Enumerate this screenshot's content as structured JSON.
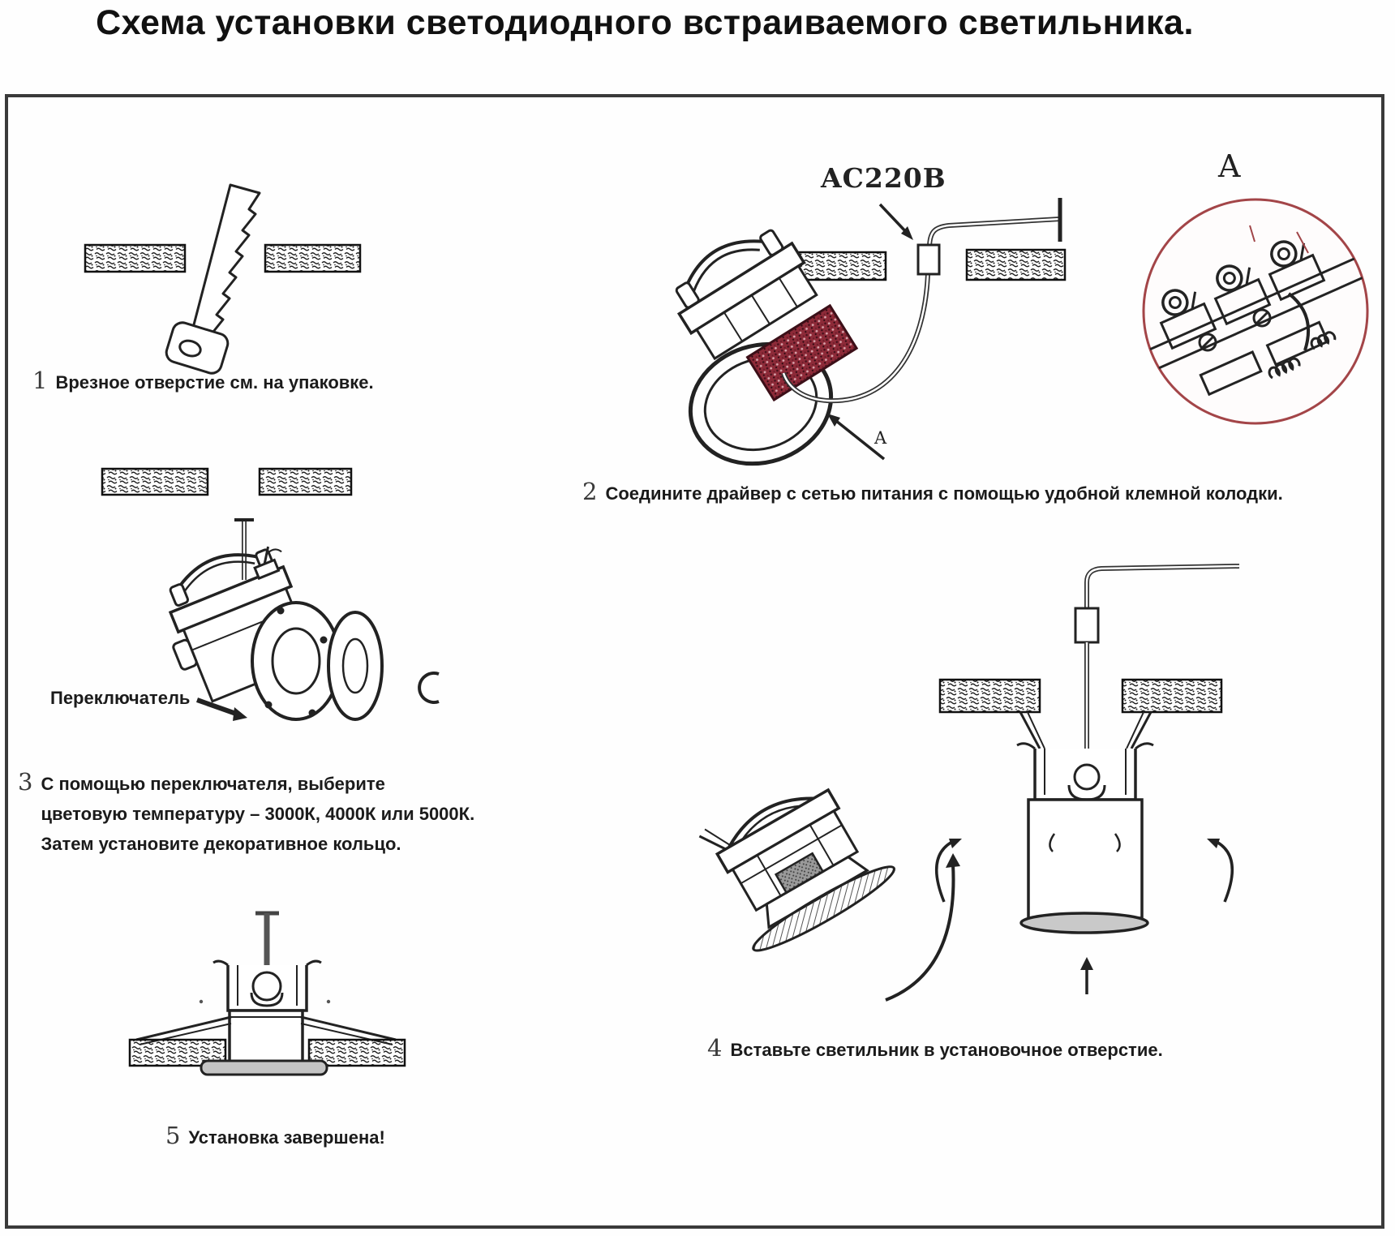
{
  "title": "Схема установки светодиодного встраиваемого светильника.",
  "steps": {
    "step1": {
      "num": "1",
      "text": "Врезное отверстие см. на упаковке."
    },
    "step2": {
      "num": "2",
      "text": "Соедините драйвер с сетью питания с помощью удобной клемной колодки."
    },
    "step3": {
      "num": "3",
      "lines": [
        "С помощью переключателя, выберите",
        "цветовую температуру – 3000К, 4000К или 5000К.",
        "Затем установите декоративное кольцо."
      ]
    },
    "step4": {
      "num": "4",
      "text": "Вставьте светильник в установочное отверстие."
    },
    "step5": {
      "num": "5",
      "text": "Установка завершена!"
    }
  },
  "labels": {
    "ac220": "AC220В",
    "detail_a": "A",
    "callout_a": "A",
    "switch": "Переключатель"
  },
  "colors": {
    "ink": "#1b1b1b",
    "terminal_red": "#8d2a38",
    "detail_circle_red": "#a34548",
    "background": "#ffffff"
  }
}
